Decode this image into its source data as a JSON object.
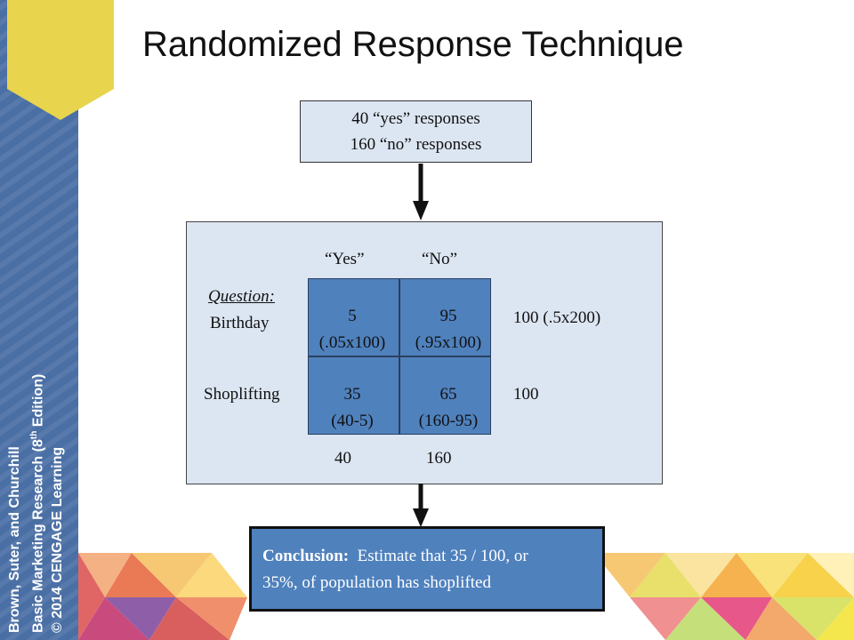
{
  "slide": {
    "title": "Randomized Response Technique",
    "credit": {
      "line1": "Brown, Suter, and Churchill",
      "line2_main": "Basic Marketing Research (8",
      "line2_sup": "th",
      "line2_end": " Edition)",
      "line3": "© 2014 CENGAGE Learning"
    }
  },
  "responses": {
    "yes": "40 “yes” responses",
    "no": "160 “no” responses"
  },
  "table": {
    "col_yes": "“Yes”",
    "col_no": "“No”",
    "question_label": "Question:",
    "row1_label": "Birthday",
    "row2_label": "Shoplifting",
    "cells": {
      "r1c1_value": "5",
      "r1c1_calc": "(.05x100)",
      "r1c2_value": "95",
      "r1c2_calc": "(.95x100)",
      "r2c1_value": "35",
      "r2c1_calc": "(40-5)",
      "r2c2_value": "65",
      "r2c2_calc": "(160-95)"
    },
    "row1_total": "100  (.5x200)",
    "row2_total": "100",
    "col1_total": "40",
    "col2_total": "160"
  },
  "conclusion": {
    "label": "Conclusion:",
    "text_line1": "  Estimate that 35 / 100, or",
    "text_line2": "35%, of population has shoplifted"
  },
  "colors": {
    "panel": "#dce6f2",
    "cell": "#4f81bd",
    "sidebar": "#4a6fa5",
    "badge": "#e8d44d"
  }
}
